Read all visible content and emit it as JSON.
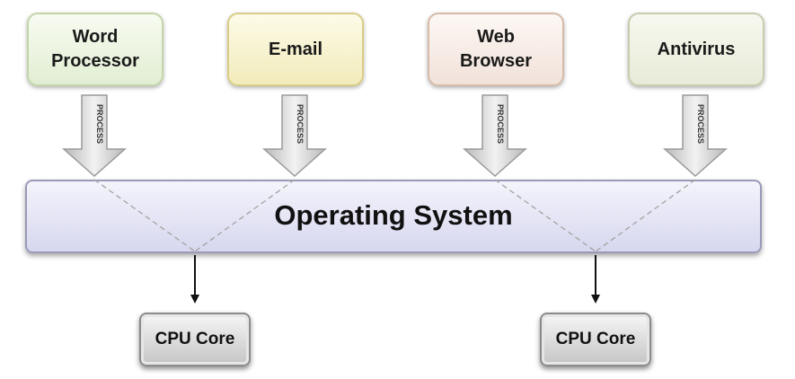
{
  "applications": [
    {
      "label": "Word\nProcessor"
    },
    {
      "label": "E-mail"
    },
    {
      "label": "Web\nBrowser"
    },
    {
      "label": "Antivirus"
    }
  ],
  "process_label": "PROCESS",
  "operating_system": {
    "label": "Operating System"
  },
  "cpu_cores": [
    {
      "label": "CPU Core"
    },
    {
      "label": "CPU Core"
    }
  ],
  "colors": {
    "os_band": "#dcdcf0",
    "arrow": "#c8c8c8",
    "cpu": "#d9d9d9"
  }
}
